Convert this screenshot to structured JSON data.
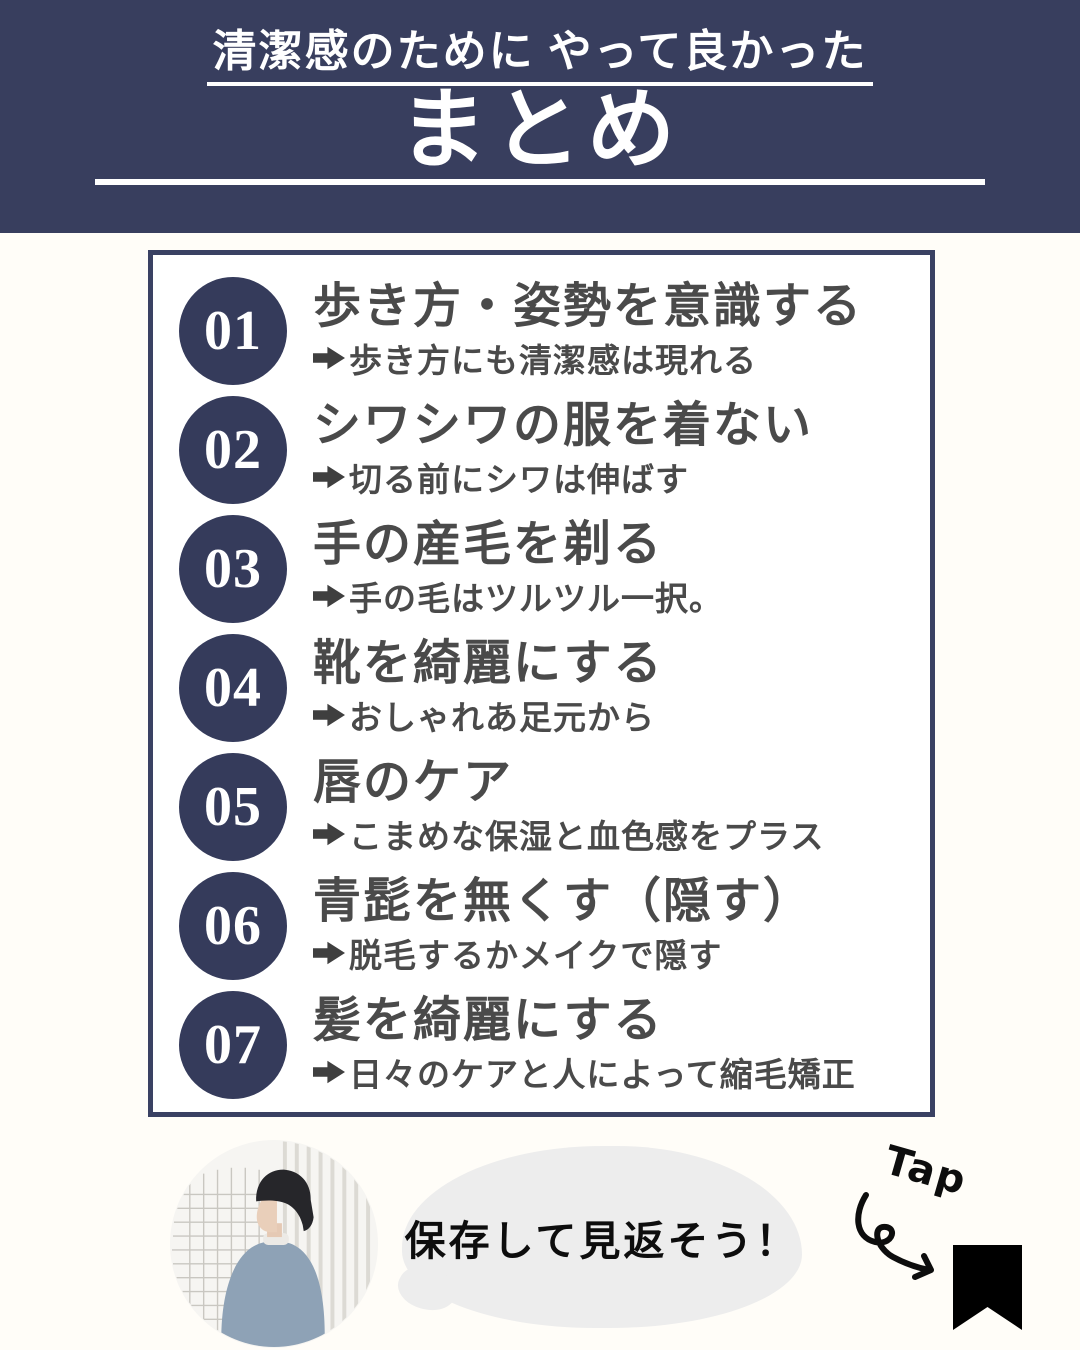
{
  "header": {
    "eyebrow": "清潔感のために やって良かった",
    "title": "まとめ"
  },
  "items": [
    {
      "number": "01",
      "title": "歩き方・姿勢を意識する",
      "note": "歩き方にも清潔感は現れる"
    },
    {
      "number": "02",
      "title": "シワシワの服を着ない",
      "note": "切る前にシワは伸ばす"
    },
    {
      "number": "03",
      "title": "手の産毛を剃る",
      "note": "手の毛はツルツル一択。"
    },
    {
      "number": "04",
      "title": "靴を綺麗にする",
      "note": "おしゃれあ足元から"
    },
    {
      "number": "05",
      "title": "唇のケア",
      "note": "こまめな保湿と血色感をプラス"
    },
    {
      "number": "06",
      "title": "青髭を無くす（隠す）",
      "note": "脱毛するかメイクで隠す"
    },
    {
      "number": "07",
      "title": "髪を綺麗にする",
      "note": "日々のケアと人によって縮毛矯正"
    }
  ],
  "footer": {
    "bubble_text": "保存して見返そう！",
    "tap_label": "Tap"
  },
  "icons": {
    "note_arrow": "black-right-arrow",
    "tap_arrow": "curved-loop-arrow",
    "bookmark": "bookmark-ribbon",
    "avatar": "profile-photo-man-side"
  },
  "colors": {
    "navy": "#383e5e",
    "circle_navy": "#353b5b",
    "box_border": "#3a4163",
    "text_gray": "#4a4a4a",
    "bubble_gray": "#ededed",
    "page_bg": "#fffdf8",
    "black": "#000000",
    "white": "#ffffff"
  }
}
